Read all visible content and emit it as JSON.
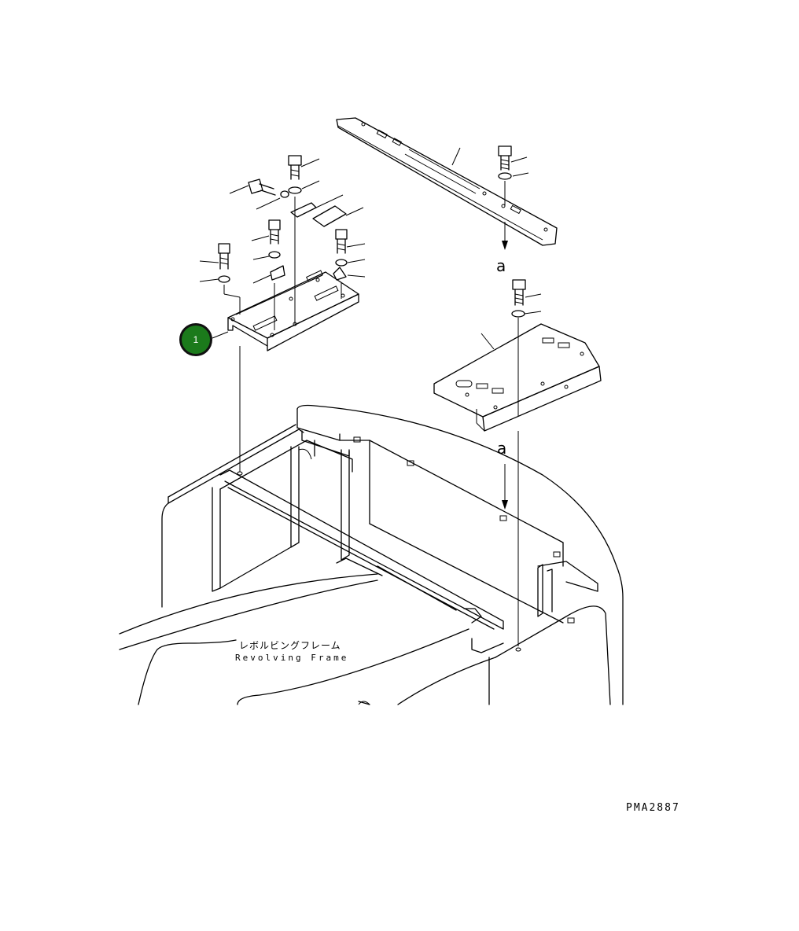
{
  "diagram": {
    "labels": {
      "arrow_a_upper": "a",
      "arrow_a_lower": "a",
      "frame_name_jp": "レボルビングフレーム",
      "frame_name_en": "Revolving Frame",
      "drawing_id": "PMA2887"
    },
    "callouts": [
      {
        "number": "1"
      }
    ],
    "colors": {
      "callout_fill": "#1b7a1b",
      "callout_border": "#111111",
      "line": "#000000"
    }
  }
}
